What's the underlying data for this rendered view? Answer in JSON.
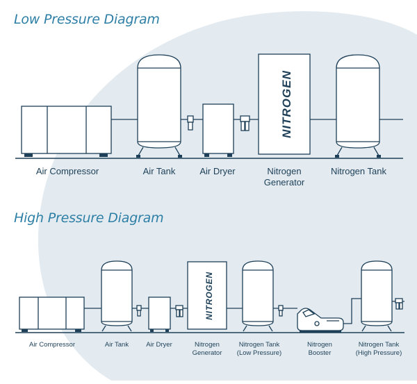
{
  "colors": {
    "background_blob": "#e3ebf0",
    "fill": "#ffffff",
    "stroke": "#1d3f57",
    "base": "#1d3f57",
    "title": "#2e7fa6",
    "label": "#1d3f57"
  },
  "low": {
    "title": "Low Pressure Diagram",
    "nitrogen_text": "NITROGEN",
    "labels": {
      "air_compressor": "Air Compressor",
      "air_tank": "Air Tank",
      "air_dryer": "Air Dryer",
      "nitrogen_generator_1": "Nitrogen",
      "nitrogen_generator_2": "Generator",
      "nitrogen_tank": "Nitrogen Tank"
    }
  },
  "high": {
    "title": "High Pressure Diagram",
    "nitrogen_text": "NITROGEN",
    "labels": {
      "air_compressor": "Air Compressor",
      "air_tank": "Air Tank",
      "air_dryer": "Air Dryer",
      "nitrogen_generator_1": "Nitrogen",
      "nitrogen_generator_2": "Generator",
      "nitrogen_tank_low_1": "Nitrogen Tank",
      "nitrogen_tank_low_2": "(Low Pressure)",
      "nitrogen_booster_1": "Nitrogen",
      "nitrogen_booster_2": "Booster",
      "nitrogen_tank_high_1": "Nitrogen Tank",
      "nitrogen_tank_high_2": "(High Pressure)"
    }
  }
}
